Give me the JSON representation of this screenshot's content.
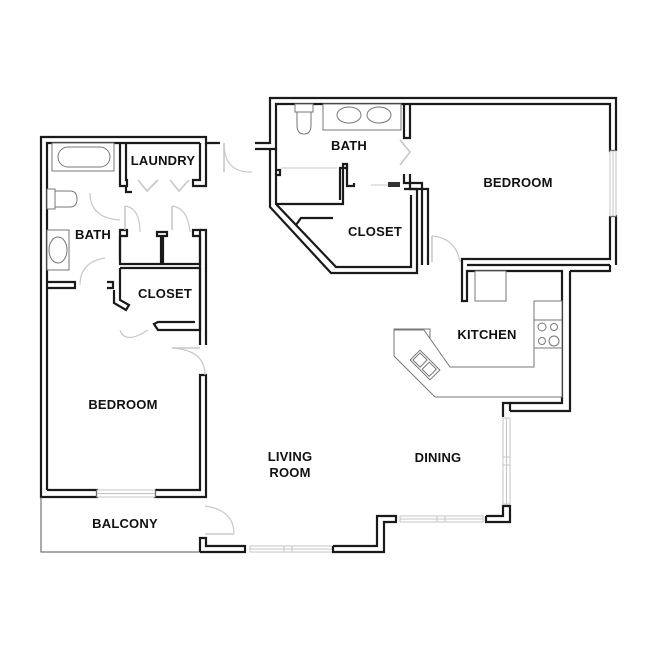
{
  "floorplan": {
    "rooms": {
      "laundry": "LAUNDRY",
      "bath_left": "BATH",
      "closet_left": "CLOSET",
      "bedroom_left": "BEDROOM",
      "balcony": "BALCONY",
      "living_line1": "LIVING",
      "living_line2": "ROOM",
      "dining": "DINING",
      "kitchen": "KITCHEN",
      "bath_right": "BATH",
      "closet_right": "CLOSET",
      "bedroom_right": "BEDROOM"
    },
    "colors": {
      "wall": "#1a1a1a",
      "door": "#c8c8c8",
      "window": "#c4c4c4",
      "background": "#ffffff"
    }
  }
}
